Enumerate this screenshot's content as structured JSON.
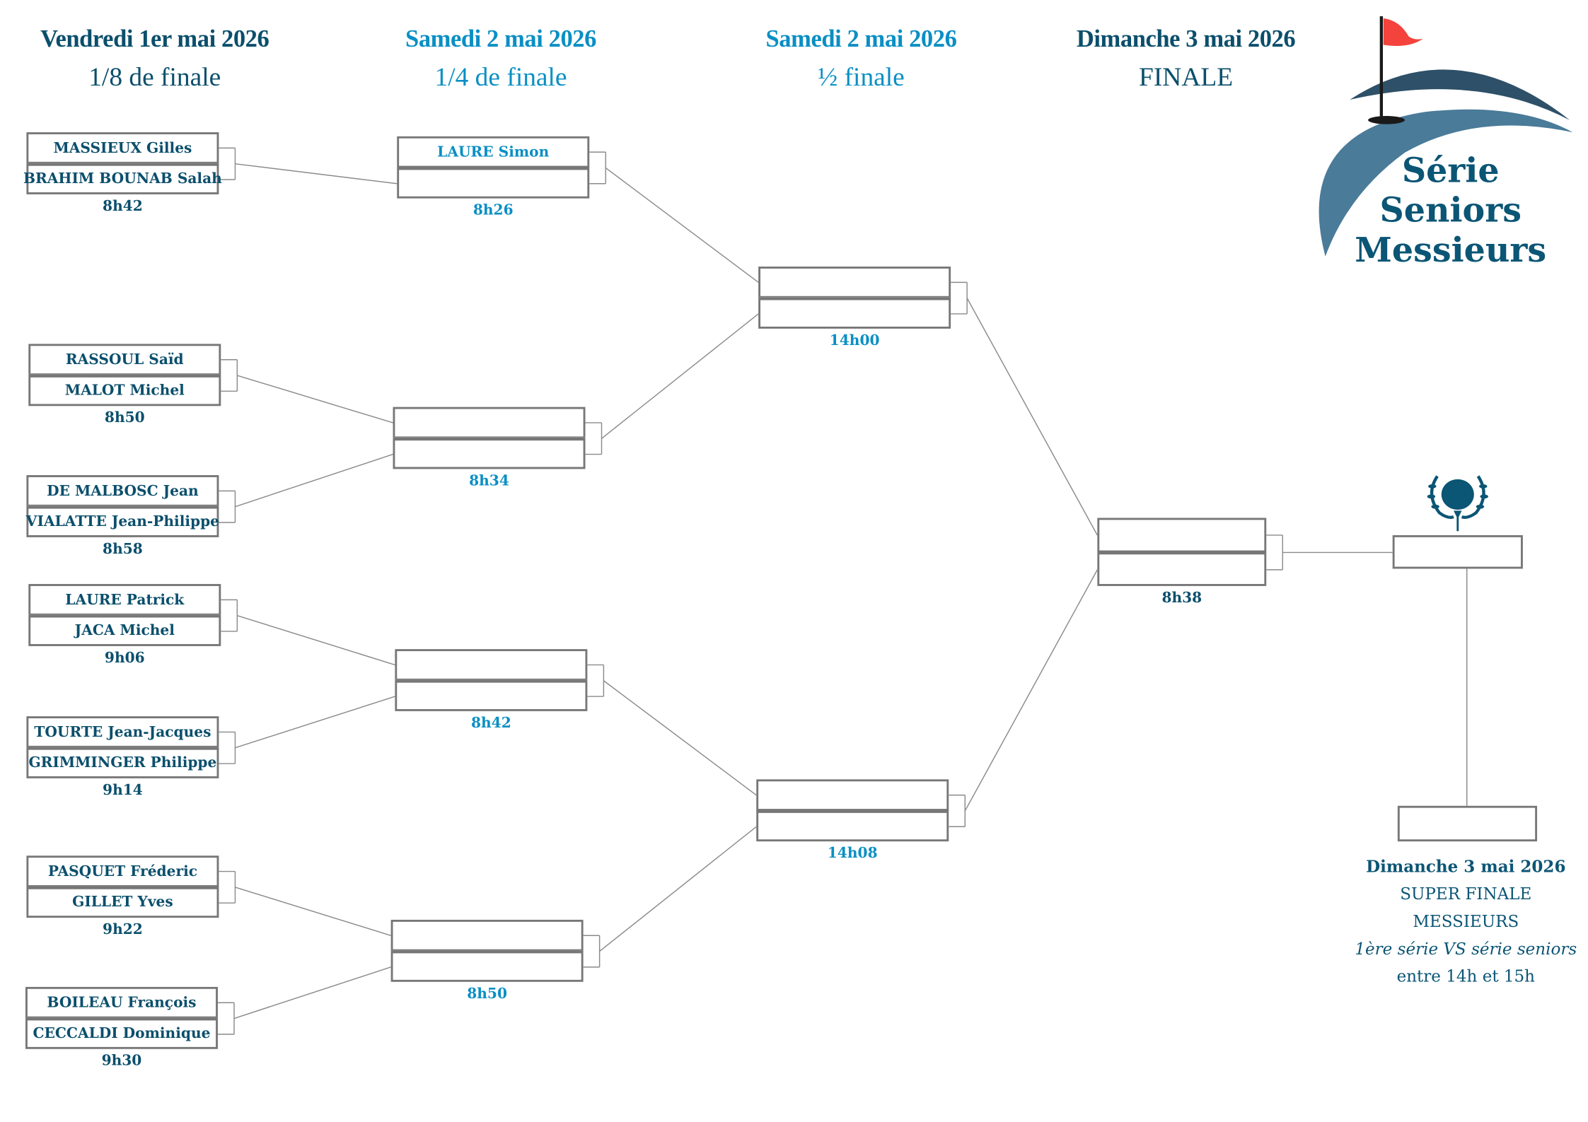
{
  "headers": [
    {
      "date": "Vendredi 1er mai  2026",
      "round": "1/8 de finale"
    },
    {
      "date": "Samedi 2 mai 2026",
      "round": "1/4 de finale"
    },
    {
      "date": "Samedi 2 mai 2026",
      "round": "½ finale"
    },
    {
      "date": "Dimanche 3 mai 2026",
      "round": "FINALE"
    }
  ],
  "logo": {
    "line1": "Série",
    "line2": "Seniors",
    "line3": "Messieurs"
  },
  "colors": {
    "dark": "#0b4f6c",
    "light": "#0a8fc4",
    "flag": "#f4433c",
    "arc_dark": "#2e5068",
    "arc_light": "#4a7b99"
  },
  "round_of_16": [
    {
      "top": "MASSIEUX Gilles",
      "bottom": "BRAHIM BOUNAB Salah",
      "time": "8h42"
    },
    {
      "top": "RASSOUL Saïd",
      "bottom": "MALOT Michel",
      "time": "8h50"
    },
    {
      "top": "DE MALBOSC Jean",
      "bottom": "VIALATTE Jean-Philippe",
      "time": "8h58"
    },
    {
      "top": "LAURE Patrick",
      "bottom": "JACA Michel",
      "time": "9h06"
    },
    {
      "top": "TOURTE Jean-Jacques",
      "bottom": "GRIMMINGER Philippe",
      "time": "9h14"
    },
    {
      "top": "PASQUET Fréderic",
      "bottom": "GILLET Yves",
      "time": "9h22"
    },
    {
      "top": "BOILEAU François",
      "bottom": "CECCALDI Dominique",
      "time": "9h30"
    }
  ],
  "quarter_finals": [
    {
      "top": "LAURE Simon",
      "bottom": "",
      "time": "8h26"
    },
    {
      "top": "",
      "bottom": "",
      "time": "8h34"
    },
    {
      "top": "",
      "bottom": "",
      "time": "8h42"
    },
    {
      "top": "",
      "bottom": "",
      "time": "8h50"
    }
  ],
  "semi_finals": [
    {
      "top": "",
      "bottom": "",
      "time": "14h00"
    },
    {
      "top": "",
      "bottom": "",
      "time": "14h08"
    }
  ],
  "final": {
    "top": "",
    "bottom": "",
    "time": "8h38"
  },
  "super_final": {
    "date": "Dimanche 3 mai 2026",
    "title1": "SUPER FINALE",
    "title2": "MESSIEURS",
    "subtitle": "1ère série VS série seniors",
    "hours": "entre 14h et 15h"
  }
}
